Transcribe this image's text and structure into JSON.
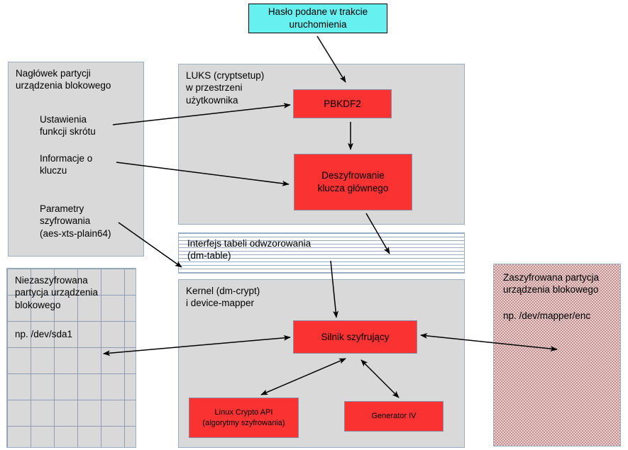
{
  "diagram": {
    "title_hidden": "LUKS / dm-crypt encryption flow",
    "boxes": {
      "password": {
        "label": "Hasło podane w trakcie\nuruchomienia",
        "color": "#66f0f0"
      },
      "header_panel": {
        "label": "Nagłówek partycji\nurządzenia blokowego",
        "color": "#d9d9d9"
      },
      "header_item_hash": {
        "label": "Ustawienia\nfunkcji skrótu"
      },
      "header_item_key": {
        "label": "Informacje o\nkluczu"
      },
      "header_item_params": {
        "label": "Parametry\nszyfrowania\n(aes-xts-plain64)"
      },
      "luks_panel": {
        "label": "LUKS (cryptsetup)\nw przestrzeni\nużytkownika",
        "color": "#d9d9d9"
      },
      "pbkdf2": {
        "label": "PBKDF2",
        "color": "#fa3232"
      },
      "master_key_decrypt": {
        "label": "Deszyfrowanie\nklucza głównego",
        "color": "#fa3232"
      },
      "dm_table": {
        "label": "Interfejs tabeli odwzorowania\n(dm-table)"
      },
      "kernel_panel": {
        "label": "Kernel (dm-crypt)\ni device-mapper",
        "color": "#d9d9d9"
      },
      "crypt_engine": {
        "label": "Silnik szyfrujący",
        "color": "#fa3232"
      },
      "crypto_api": {
        "label": "Linux Crypto API\n(algorytmy szyfrowania)",
        "color": "#fa3232"
      },
      "iv_generator": {
        "label": "Generator IV",
        "color": "#fa3232"
      },
      "plain_partition": {
        "label": "Niezaszyfrowana\npartycja urządzenia\nblokowego",
        "sublabel": "np. /dev/sda1"
      },
      "encrypted_partition": {
        "label": "Zaszyfrowana partycja\nurządzenia blokowego",
        "sublabel": "np. /dev/mapper/enc"
      }
    }
  }
}
